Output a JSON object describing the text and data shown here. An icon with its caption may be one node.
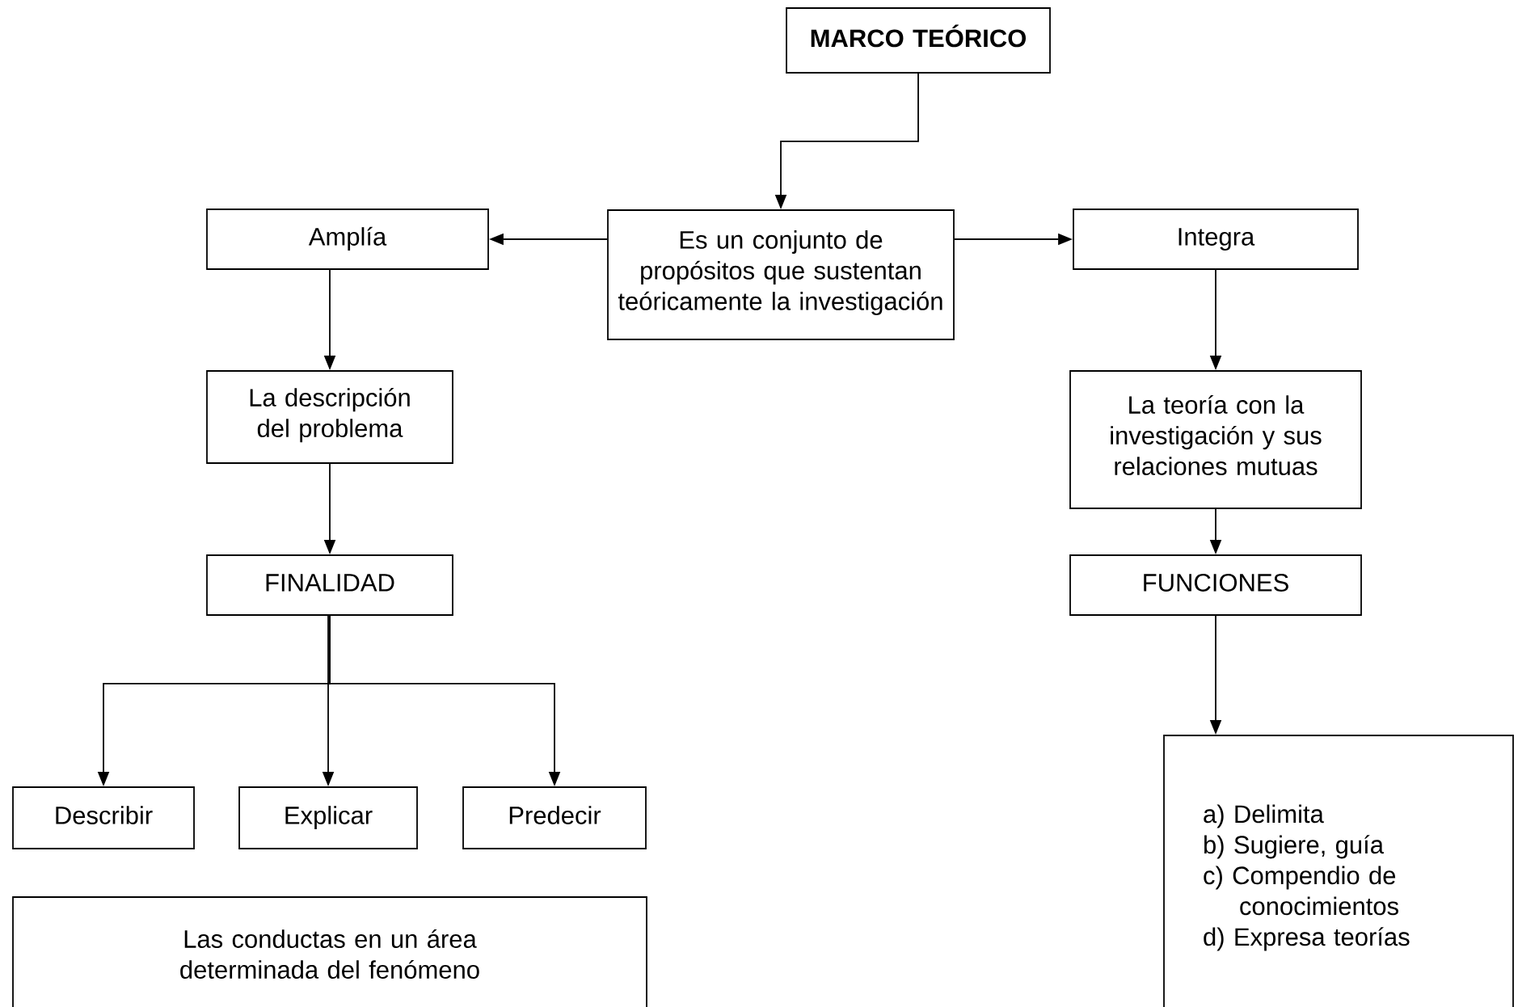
{
  "diagram": {
    "nodes": [
      {
        "text": [
          "MARCO TEÓRICO"
        ]
      },
      {
        "text": [
          "Es un conjunto de propósitos que sustentan teóricamente la investigación"
        ]
      },
      {
        "text": [
          "Amplía"
        ]
      },
      {
        "text": [
          "Integra"
        ]
      },
      {
        "text": [
          "La descripción del problema"
        ]
      },
      {
        "text": [
          "La teoría con la investigación y sus relaciones mutuas"
        ]
      },
      {
        "text": [
          "FINALIDAD"
        ]
      },
      {
        "text": [
          "FUNCIONES"
        ]
      },
      {
        "text": [
          "Describir"
        ]
      },
      {
        "text": [
          "Explicar"
        ]
      },
      {
        "text": [
          "Predecir"
        ]
      },
      {
        "text": [
          "Las conductas en un área determinada del fenómeno"
        ]
      },
      {
        "text": [
          "a) Delimita",
          "b) Sugiere, guía",
          "c) Compendio de conocimientos",
          "d) Expresa teorías"
        ]
      }
    ],
    "edges": [
      {
        "from": 0,
        "to": 1,
        "arrow": "to"
      },
      {
        "from": 1,
        "to": 2,
        "arrow": "to"
      },
      {
        "from": 1,
        "to": 3,
        "arrow": "to"
      },
      {
        "from": 2,
        "to": 4,
        "arrow": "to"
      },
      {
        "from": 3,
        "to": 5,
        "arrow": "to"
      },
      {
        "from": 4,
        "to": 6,
        "arrow": "to"
      },
      {
        "from": 5,
        "to": 7,
        "arrow": "to"
      },
      {
        "from": 6,
        "to": 8,
        "arrow": "to"
      },
      {
        "from": 6,
        "to": 9,
        "arrow": "to"
      },
      {
        "from": 6,
        "to": 10,
        "arrow": "to"
      },
      {
        "from": 7,
        "to": 12,
        "arrow": "to"
      }
    ]
  }
}
